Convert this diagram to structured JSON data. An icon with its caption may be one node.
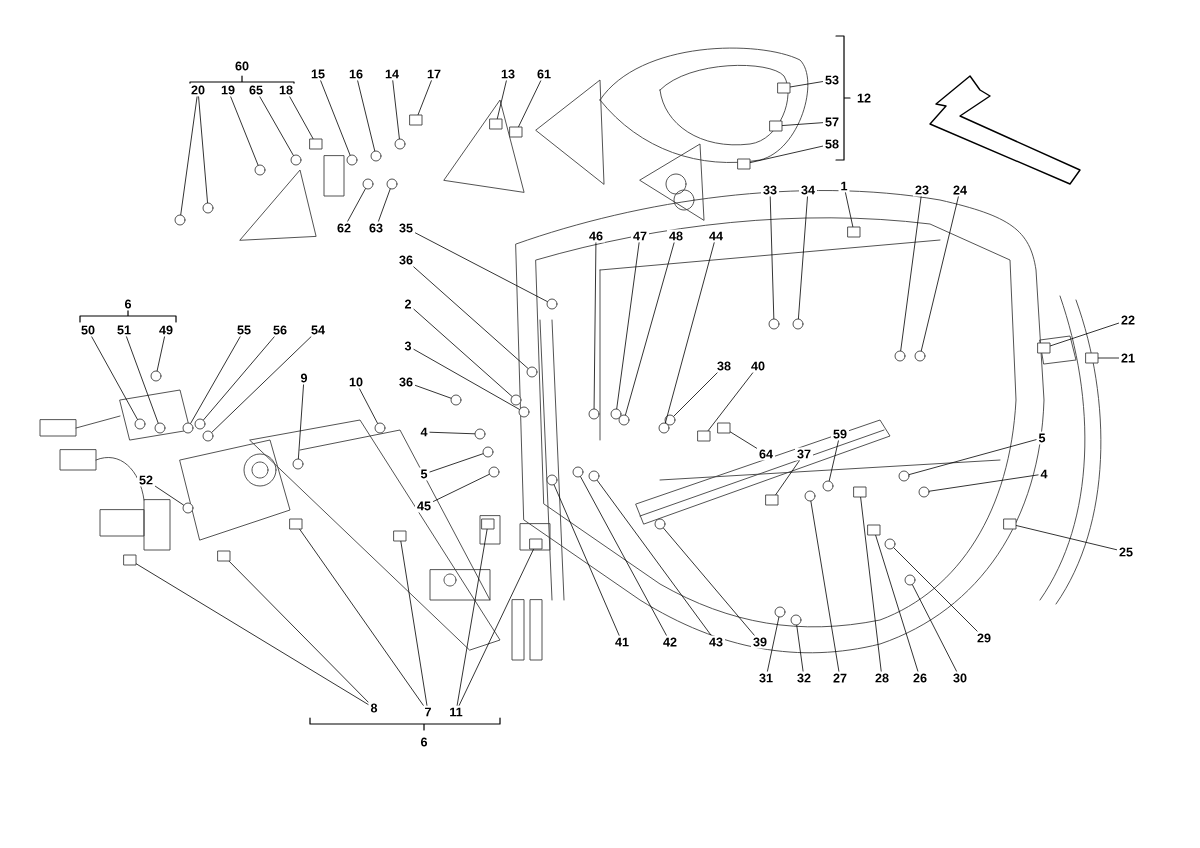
{
  "diagram": {
    "nodes": [
      {
        "text": [
          "20"
        ]
      },
      {
        "text": [
          "19"
        ]
      },
      {
        "text": [
          "65"
        ]
      },
      {
        "text": [
          "18"
        ]
      },
      {
        "text": [
          "15"
        ]
      },
      {
        "text": [
          "16"
        ]
      },
      {
        "text": [
          "14"
        ]
      },
      {
        "text": [
          "17"
        ]
      },
      {
        "text": [
          "13"
        ]
      },
      {
        "text": [
          "61"
        ]
      },
      {
        "text": [
          "53"
        ]
      },
      {
        "text": [
          "57"
        ]
      },
      {
        "text": [
          "58"
        ]
      },
      {
        "text": [
          "33"
        ]
      },
      {
        "text": [
          "34"
        ]
      },
      {
        "text": [
          "1"
        ]
      },
      {
        "text": [
          "23"
        ]
      },
      {
        "text": [
          "24"
        ]
      },
      {
        "text": [
          "62"
        ]
      },
      {
        "text": [
          "63"
        ]
      },
      {
        "text": [
          "35"
        ]
      },
      {
        "text": [
          "46"
        ]
      },
      {
        "text": [
          "47"
        ]
      },
      {
        "text": [
          "48"
        ]
      },
      {
        "text": [
          "44"
        ]
      },
      {
        "text": [
          "36"
        ]
      },
      {
        "text": [
          "2"
        ]
      },
      {
        "text": [
          "22"
        ]
      },
      {
        "text": [
          "3"
        ]
      },
      {
        "text": [
          "21"
        ]
      },
      {
        "text": [
          "38"
        ]
      },
      {
        "text": [
          "40"
        ]
      },
      {
        "text": [
          "9"
        ]
      },
      {
        "text": [
          "10"
        ]
      },
      {
        "text": [
          "36"
        ]
      },
      {
        "text": [
          "50"
        ]
      },
      {
        "text": [
          "51"
        ]
      },
      {
        "text": [
          "49"
        ]
      },
      {
        "text": [
          "55"
        ]
      },
      {
        "text": [
          "56"
        ]
      },
      {
        "text": [
          "54"
        ]
      },
      {
        "text": [
          "4"
        ]
      },
      {
        "text": [
          "59"
        ]
      },
      {
        "text": [
          "5"
        ]
      },
      {
        "text": [
          "64"
        ]
      },
      {
        "text": [
          "37"
        ]
      },
      {
        "text": [
          "5"
        ]
      },
      {
        "text": [
          "4"
        ]
      },
      {
        "text": [
          "52"
        ]
      },
      {
        "text": [
          "45"
        ]
      },
      {
        "text": [
          "25"
        ]
      },
      {
        "text": [
          "29"
        ]
      },
      {
        "text": [
          "41"
        ]
      },
      {
        "text": [
          "42"
        ]
      },
      {
        "text": [
          "43"
        ]
      },
      {
        "text": [
          "39"
        ]
      },
      {
        "text": [
          "31"
        ]
      },
      {
        "text": [
          "32"
        ]
      },
      {
        "text": [
          "27"
        ]
      },
      {
        "text": [
          "28"
        ]
      },
      {
        "text": [
          "26"
        ]
      },
      {
        "text": [
          "30"
        ]
      },
      {
        "text": [
          "8"
        ]
      },
      {
        "text": [
          "7"
        ]
      },
      {
        "text": [
          "11"
        ]
      },
      {
        "text": [],
        "shape": "circle"
      },
      {
        "text": [],
        "shape": "circle"
      },
      {
        "text": [],
        "shape": "circle"
      },
      {
        "text": [],
        "shape": "circle"
      },
      {
        "text": [],
        "shape": "box"
      },
      {
        "text": [],
        "shape": "circle"
      },
      {
        "text": [],
        "shape": "circle"
      },
      {
        "text": [],
        "shape": "circle"
      },
      {
        "text": [],
        "shape": "box"
      },
      {
        "text": [],
        "shape": "box"
      },
      {
        "text": [],
        "shape": "box"
      },
      {
        "text": [],
        "shape": "box"
      },
      {
        "text": [],
        "shape": "box"
      },
      {
        "text": [],
        "shape": "box"
      },
      {
        "text": [],
        "shape": "circle"
      },
      {
        "text": [],
        "shape": "circle"
      },
      {
        "text": [],
        "shape": "box"
      },
      {
        "text": [],
        "shape": "circle"
      },
      {
        "text": [],
        "shape": "circle"
      },
      {
        "text": [],
        "shape": "circle"
      },
      {
        "text": [],
        "shape": "circle"
      },
      {
        "text": [],
        "shape": "circle"
      },
      {
        "text": [],
        "shape": "circle"
      },
      {
        "text": [],
        "shape": "circle"
      },
      {
        "text": [],
        "shape": "circle"
      },
      {
        "text": [],
        "shape": "circle"
      },
      {
        "text": [],
        "shape": "circle"
      },
      {
        "text": [],
        "shape": "circle"
      },
      {
        "text": [],
        "shape": "box"
      },
      {
        "text": [],
        "shape": "circle"
      },
      {
        "text": [],
        "shape": "box"
      },
      {
        "text": [],
        "shape": "circle"
      },
      {
        "text": [],
        "shape": "box"
      },
      {
        "text": [],
        "shape": "circle"
      },
      {
        "text": [],
        "shape": "circle"
      },
      {
        "text": [],
        "shape": "circle"
      },
      {
        "text": [],
        "shape": "circle"
      },
      {
        "text": [],
        "shape": "circle"
      },
      {
        "text": [],
        "shape": "circle"
      },
      {
        "text": [],
        "shape": "circle"
      },
      {
        "text": [],
        "shape": "circle"
      },
      {
        "text": [],
        "shape": "circle"
      },
      {
        "text": [],
        "shape": "circle"
      },
      {
        "text": [],
        "shape": "circle"
      },
      {
        "text": [],
        "shape": "circle"
      },
      {
        "text": [],
        "shape": "box"
      },
      {
        "text": [],
        "shape": "box"
      },
      {
        "text": [],
        "shape": "circle"
      },
      {
        "text": [],
        "shape": "circle"
      },
      {
        "text": [],
        "shape": "circle"
      },
      {
        "text": [],
        "shape": "circle"
      },
      {
        "text": [],
        "shape": "box"
      },
      {
        "text": [],
        "shape": "circle"
      },
      {
        "text": [],
        "shape": "circle"
      },
      {
        "text": [],
        "shape": "circle"
      },
      {
        "text": [],
        "shape": "circle"
      },
      {
        "text": [],
        "shape": "circle"
      },
      {
        "text": [],
        "shape": "circle"
      },
      {
        "text": [],
        "shape": "circle"
      },
      {
        "text": [],
        "shape": "circle"
      },
      {
        "text": [],
        "shape": "box"
      },
      {
        "text": [],
        "shape": "box"
      },
      {
        "text": [],
        "shape": "circle"
      },
      {
        "text": [],
        "shape": "box"
      },
      {
        "text": [],
        "shape": "box"
      },
      {
        "text": [],
        "shape": "box"
      },
      {
        "text": [],
        "shape": "box"
      },
      {
        "text": [],
        "shape": "box"
      },
      {
        "text": [],
        "shape": "box"
      }
    ],
    "edges": [
      {
        "from": 0,
        "to": 65,
        "arrow": "none"
      },
      {
        "from": 0,
        "to": 66,
        "arrow": "none"
      },
      {
        "from": 1,
        "to": 67,
        "arrow": "none"
      },
      {
        "from": 2,
        "to": 68,
        "arrow": "none"
      },
      {
        "from": 3,
        "to": 69,
        "arrow": "none"
      },
      {
        "from": 4,
        "to": 70,
        "arrow": "none"
      },
      {
        "from": 5,
        "to": 71,
        "arrow": "none"
      },
      {
        "from": 6,
        "to": 72,
        "arrow": "none"
      },
      {
        "from": 7,
        "to": 73,
        "arrow": "none"
      },
      {
        "from": 8,
        "to": 74,
        "arrow": "none"
      },
      {
        "from": 9,
        "to": 75,
        "arrow": "none"
      },
      {
        "from": 10,
        "to": 76,
        "arrow": "none"
      },
      {
        "from": 11,
        "to": 77,
        "arrow": "none"
      },
      {
        "from": 12,
        "to": 78,
        "arrow": "none"
      },
      {
        "from": 13,
        "to": 79,
        "arrow": "none"
      },
      {
        "from": 14,
        "to": 80,
        "arrow": "none"
      },
      {
        "from": 15,
        "to": 81,
        "arrow": "none"
      },
      {
        "from": 16,
        "to": 82,
        "arrow": "none"
      },
      {
        "from": 17,
        "to": 83,
        "arrow": "none"
      },
      {
        "from": 18,
        "to": 84,
        "arrow": "none"
      },
      {
        "from": 19,
        "to": 85,
        "arrow": "none"
      },
      {
        "from": 20,
        "to": 86,
        "arrow": "none"
      },
      {
        "from": 21,
        "to": 87,
        "arrow": "none"
      },
      {
        "from": 22,
        "to": 88,
        "arrow": "none"
      },
      {
        "from": 23,
        "to": 89,
        "arrow": "none"
      },
      {
        "from": 24,
        "to": 90,
        "arrow": "none"
      },
      {
        "from": 25,
        "to": 91,
        "arrow": "none"
      },
      {
        "from": 26,
        "to": 92,
        "arrow": "none"
      },
      {
        "from": 27,
        "to": 93,
        "arrow": "none"
      },
      {
        "from": 28,
        "to": 94,
        "arrow": "none"
      },
      {
        "from": 29,
        "to": 95,
        "arrow": "none"
      },
      {
        "from": 30,
        "to": 96,
        "arrow": "none"
      },
      {
        "from": 31,
        "to": 97,
        "arrow": "none"
      },
      {
        "from": 32,
        "to": 98,
        "arrow": "none"
      },
      {
        "from": 33,
        "to": 99,
        "arrow": "none"
      },
      {
        "from": 34,
        "to": 100,
        "arrow": "none"
      },
      {
        "from": 35,
        "to": 101,
        "arrow": "none"
      },
      {
        "from": 36,
        "to": 102,
        "arrow": "none"
      },
      {
        "from": 37,
        "to": 103,
        "arrow": "none"
      },
      {
        "from": 38,
        "to": 104,
        "arrow": "none"
      },
      {
        "from": 39,
        "to": 105,
        "arrow": "none"
      },
      {
        "from": 40,
        "to": 106,
        "arrow": "none"
      },
      {
        "from": 41,
        "to": 107,
        "arrow": "none"
      },
      {
        "from": 42,
        "to": 108,
        "arrow": "none"
      },
      {
        "from": 43,
        "to": 109,
        "arrow": "none"
      },
      {
        "from": 44,
        "to": 110,
        "arrow": "none"
      },
      {
        "from": 45,
        "to": 111,
        "arrow": "none"
      },
      {
        "from": 46,
        "to": 112,
        "arrow": "none"
      },
      {
        "from": 47,
        "to": 113,
        "arrow": "none"
      },
      {
        "from": 48,
        "to": 114,
        "arrow": "none"
      },
      {
        "from": 49,
        "to": 115,
        "arrow": "none"
      },
      {
        "from": 50,
        "to": 116,
        "arrow": "none"
      },
      {
        "from": 51,
        "to": 117,
        "arrow": "none"
      },
      {
        "from": 52,
        "to": 118,
        "arrow": "none"
      },
      {
        "from": 53,
        "to": 119,
        "arrow": "none"
      },
      {
        "from": 54,
        "to": 120,
        "arrow": "none"
      },
      {
        "from": 55,
        "to": 121,
        "arrow": "none"
      },
      {
        "from": 56,
        "to": 122,
        "arrow": "none"
      },
      {
        "from": 57,
        "to": 123,
        "arrow": "none"
      },
      {
        "from": 58,
        "to": 124,
        "arrow": "none"
      },
      {
        "from": 59,
        "to": 125,
        "arrow": "none"
      },
      {
        "from": 60,
        "to": 126,
        "arrow": "none"
      },
      {
        "from": 61,
        "to": 127,
        "arrow": "none"
      },
      {
        "from": 62,
        "to": 128,
        "arrow": "none"
      },
      {
        "from": 62,
        "to": 129,
        "arrow": "none"
      },
      {
        "from": 63,
        "to": 130,
        "arrow": "none"
      },
      {
        "from": 63,
        "to": 131,
        "arrow": "none"
      },
      {
        "from": 64,
        "to": 132,
        "arrow": "none"
      },
      {
        "from": 64,
        "to": 133,
        "arrow": "none"
      }
    ],
    "labels": [
      "60",
      "12",
      "6",
      "6"
    ]
  }
}
